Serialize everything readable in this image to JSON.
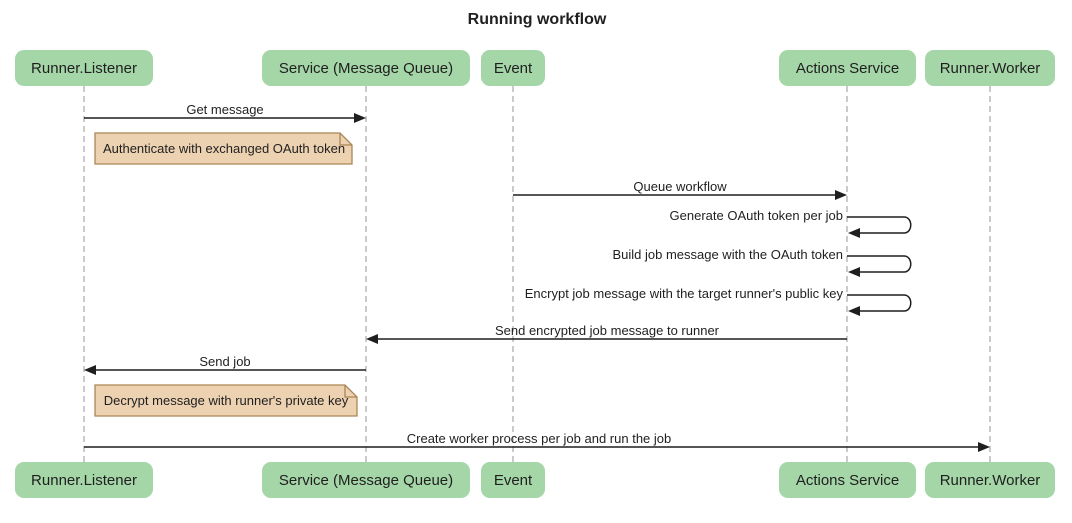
{
  "title": "Running workflow",
  "participants": [
    {
      "label": "Runner.Listener"
    },
    {
      "label": "Service (Message Queue)"
    },
    {
      "label": "Event"
    },
    {
      "label": "Actions Service"
    },
    {
      "label": "Runner.Worker"
    }
  ],
  "messages": [
    {
      "type": "arrow",
      "label": "Get message",
      "from": "Runner.Listener",
      "to": "Service (Message Queue)",
      "direction": "right"
    },
    {
      "type": "arrow",
      "label": "Queue workflow",
      "from": "Event",
      "to": "Actions Service",
      "direction": "right"
    },
    {
      "type": "self",
      "label": "Generate OAuth token per job",
      "on": "Actions Service"
    },
    {
      "type": "self",
      "label": "Build job message with the OAuth token",
      "on": "Actions Service"
    },
    {
      "type": "self",
      "label": "Encrypt job message with the target runner's public key",
      "on": "Actions Service"
    },
    {
      "type": "arrow",
      "label": "Send encrypted job message to runner",
      "from": "Actions Service",
      "to": "Service (Message Queue)",
      "direction": "left"
    },
    {
      "type": "arrow",
      "label": "Send job",
      "from": "Service (Message Queue)",
      "to": "Runner.Listener",
      "direction": "left"
    },
    {
      "type": "arrow",
      "label": "Create worker process per job and run the job",
      "from": "Runner.Listener",
      "to": "Runner.Worker",
      "direction": "right"
    }
  ],
  "notes": [
    {
      "label": "Authenticate with exchanged OAuth token"
    },
    {
      "label": "Decrypt message with runner's private key"
    }
  ],
  "colors": {
    "background": "#ffffff",
    "actor_fill": "#a5d6a7",
    "note_fill": "#edd2b2",
    "note_border": "#aa8556",
    "lifeline": "#a8a8a8",
    "arrow": "#1f1f1f",
    "text": "#1f1f1f"
  }
}
